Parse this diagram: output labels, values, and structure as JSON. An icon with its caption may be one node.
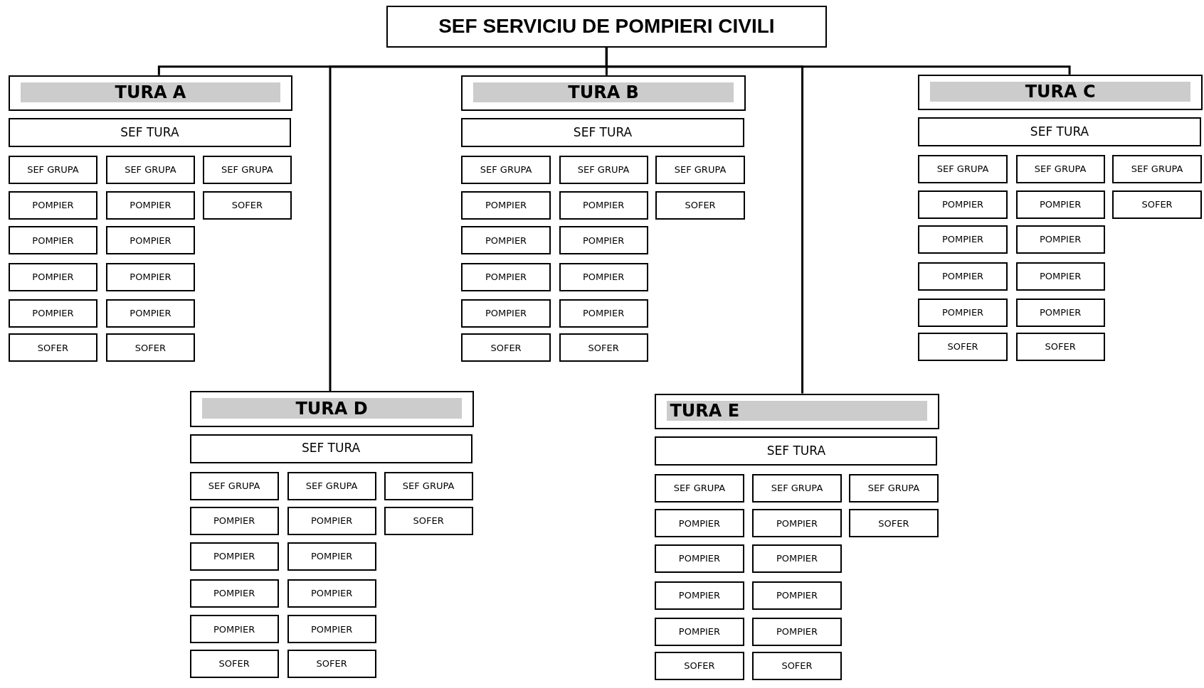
{
  "diagram": {
    "nodes": [
      {
        "text": [
          "SEF SERVICIU DE POMPIERI CIVILI"
        ]
      },
      {
        "text": [
          "TURA A"
        ]
      },
      {
        "text": [
          "SEF TURA"
        ]
      },
      {
        "text": [
          "SEF GRUPA"
        ]
      },
      {
        "text": [
          "SEF GRUPA"
        ]
      },
      {
        "text": [
          "SEF GRUPA"
        ]
      },
      {
        "text": [
          "POMPIER"
        ]
      },
      {
        "text": [
          "POMPIER"
        ]
      },
      {
        "text": [
          "SOFER"
        ]
      },
      {
        "text": [
          "POMPIER"
        ]
      },
      {
        "text": [
          "POMPIER"
        ]
      },
      {
        "text": [
          "POMPIER"
        ]
      },
      {
        "text": [
          "POMPIER"
        ]
      },
      {
        "text": [
          "POMPIER"
        ]
      },
      {
        "text": [
          "POMPIER"
        ]
      },
      {
        "text": [
          "SOFER"
        ]
      },
      {
        "text": [
          "SOFER"
        ]
      },
      {
        "text": [
          "TURA B"
        ]
      },
      {
        "text": [
          "SEF TURA"
        ]
      },
      {
        "text": [
          "SEF GRUPA"
        ]
      },
      {
        "text": [
          "SEF GRUPA"
        ]
      },
      {
        "text": [
          "SEF GRUPA"
        ]
      },
      {
        "text": [
          "POMPIER"
        ]
      },
      {
        "text": [
          "POMPIER"
        ]
      },
      {
        "text": [
          "SOFER"
        ]
      },
      {
        "text": [
          "POMPIER"
        ]
      },
      {
        "text": [
          "POMPIER"
        ]
      },
      {
        "text": [
          "POMPIER"
        ]
      },
      {
        "text": [
          "POMPIER"
        ]
      },
      {
        "text": [
          "POMPIER"
        ]
      },
      {
        "text": [
          "POMPIER"
        ]
      },
      {
        "text": [
          "SOFER"
        ]
      },
      {
        "text": [
          "SOFER"
        ]
      },
      {
        "text": [
          "TURA C"
        ]
      },
      {
        "text": [
          "SEF TURA"
        ]
      },
      {
        "text": [
          "SEF GRUPA"
        ]
      },
      {
        "text": [
          "SEF GRUPA"
        ]
      },
      {
        "text": [
          "SEF GRUPA"
        ]
      },
      {
        "text": [
          "POMPIER"
        ]
      },
      {
        "text": [
          "POMPIER"
        ]
      },
      {
        "text": [
          "SOFER"
        ]
      },
      {
        "text": [
          "POMPIER"
        ]
      },
      {
        "text": [
          "POMPIER"
        ]
      },
      {
        "text": [
          "POMPIER"
        ]
      },
      {
        "text": [
          "POMPIER"
        ]
      },
      {
        "text": [
          "POMPIER"
        ]
      },
      {
        "text": [
          "POMPIER"
        ]
      },
      {
        "text": [
          "SOFER"
        ]
      },
      {
        "text": [
          "SOFER"
        ]
      },
      {
        "text": [
          "TURA D"
        ]
      },
      {
        "text": [
          "SEF TURA"
        ]
      },
      {
        "text": [
          "SEF GRUPA"
        ]
      },
      {
        "text": [
          "SEF GRUPA"
        ]
      },
      {
        "text": [
          "SEF GRUPA"
        ]
      },
      {
        "text": [
          "POMPIER"
        ]
      },
      {
        "text": [
          "POMPIER"
        ]
      },
      {
        "text": [
          "SOFER"
        ]
      },
      {
        "text": [
          "POMPIER"
        ]
      },
      {
        "text": [
          "POMPIER"
        ]
      },
      {
        "text": [
          "POMPIER"
        ]
      },
      {
        "text": [
          "POMPIER"
        ]
      },
      {
        "text": [
          "POMPIER"
        ]
      },
      {
        "text": [
          "POMPIER"
        ]
      },
      {
        "text": [
          "SOFER"
        ]
      },
      {
        "text": [
          "SOFER"
        ]
      },
      {
        "text": [
          "TURA E"
        ]
      },
      {
        "text": [
          "SEF TURA"
        ]
      },
      {
        "text": [
          "SEF GRUPA"
        ]
      },
      {
        "text": [
          "SEF GRUPA"
        ]
      },
      {
        "text": [
          "SEF GRUPA"
        ]
      },
      {
        "text": [
          "POMPIER"
        ]
      },
      {
        "text": [
          "POMPIER"
        ]
      },
      {
        "text": [
          "SOFER"
        ]
      },
      {
        "text": [
          "POMPIER"
        ]
      },
      {
        "text": [
          "POMPIER"
        ]
      },
      {
        "text": [
          "POMPIER"
        ]
      },
      {
        "text": [
          "POMPIER"
        ]
      },
      {
        "text": [
          "POMPIER"
        ]
      },
      {
        "text": [
          "POMPIER"
        ]
      },
      {
        "text": [
          "SOFER"
        ]
      },
      {
        "text": [
          "SOFER"
        ]
      }
    ],
    "edges": [
      {
        "from": 0,
        "to": 1,
        "arrow": "none"
      },
      {
        "from": 0,
        "to": 17,
        "arrow": "none"
      },
      {
        "from": 0,
        "to": 33,
        "arrow": "none"
      },
      {
        "from": 0,
        "to": 49,
        "arrow": "none"
      },
      {
        "from": 0,
        "to": 65,
        "arrow": "none"
      }
    ]
  }
}
